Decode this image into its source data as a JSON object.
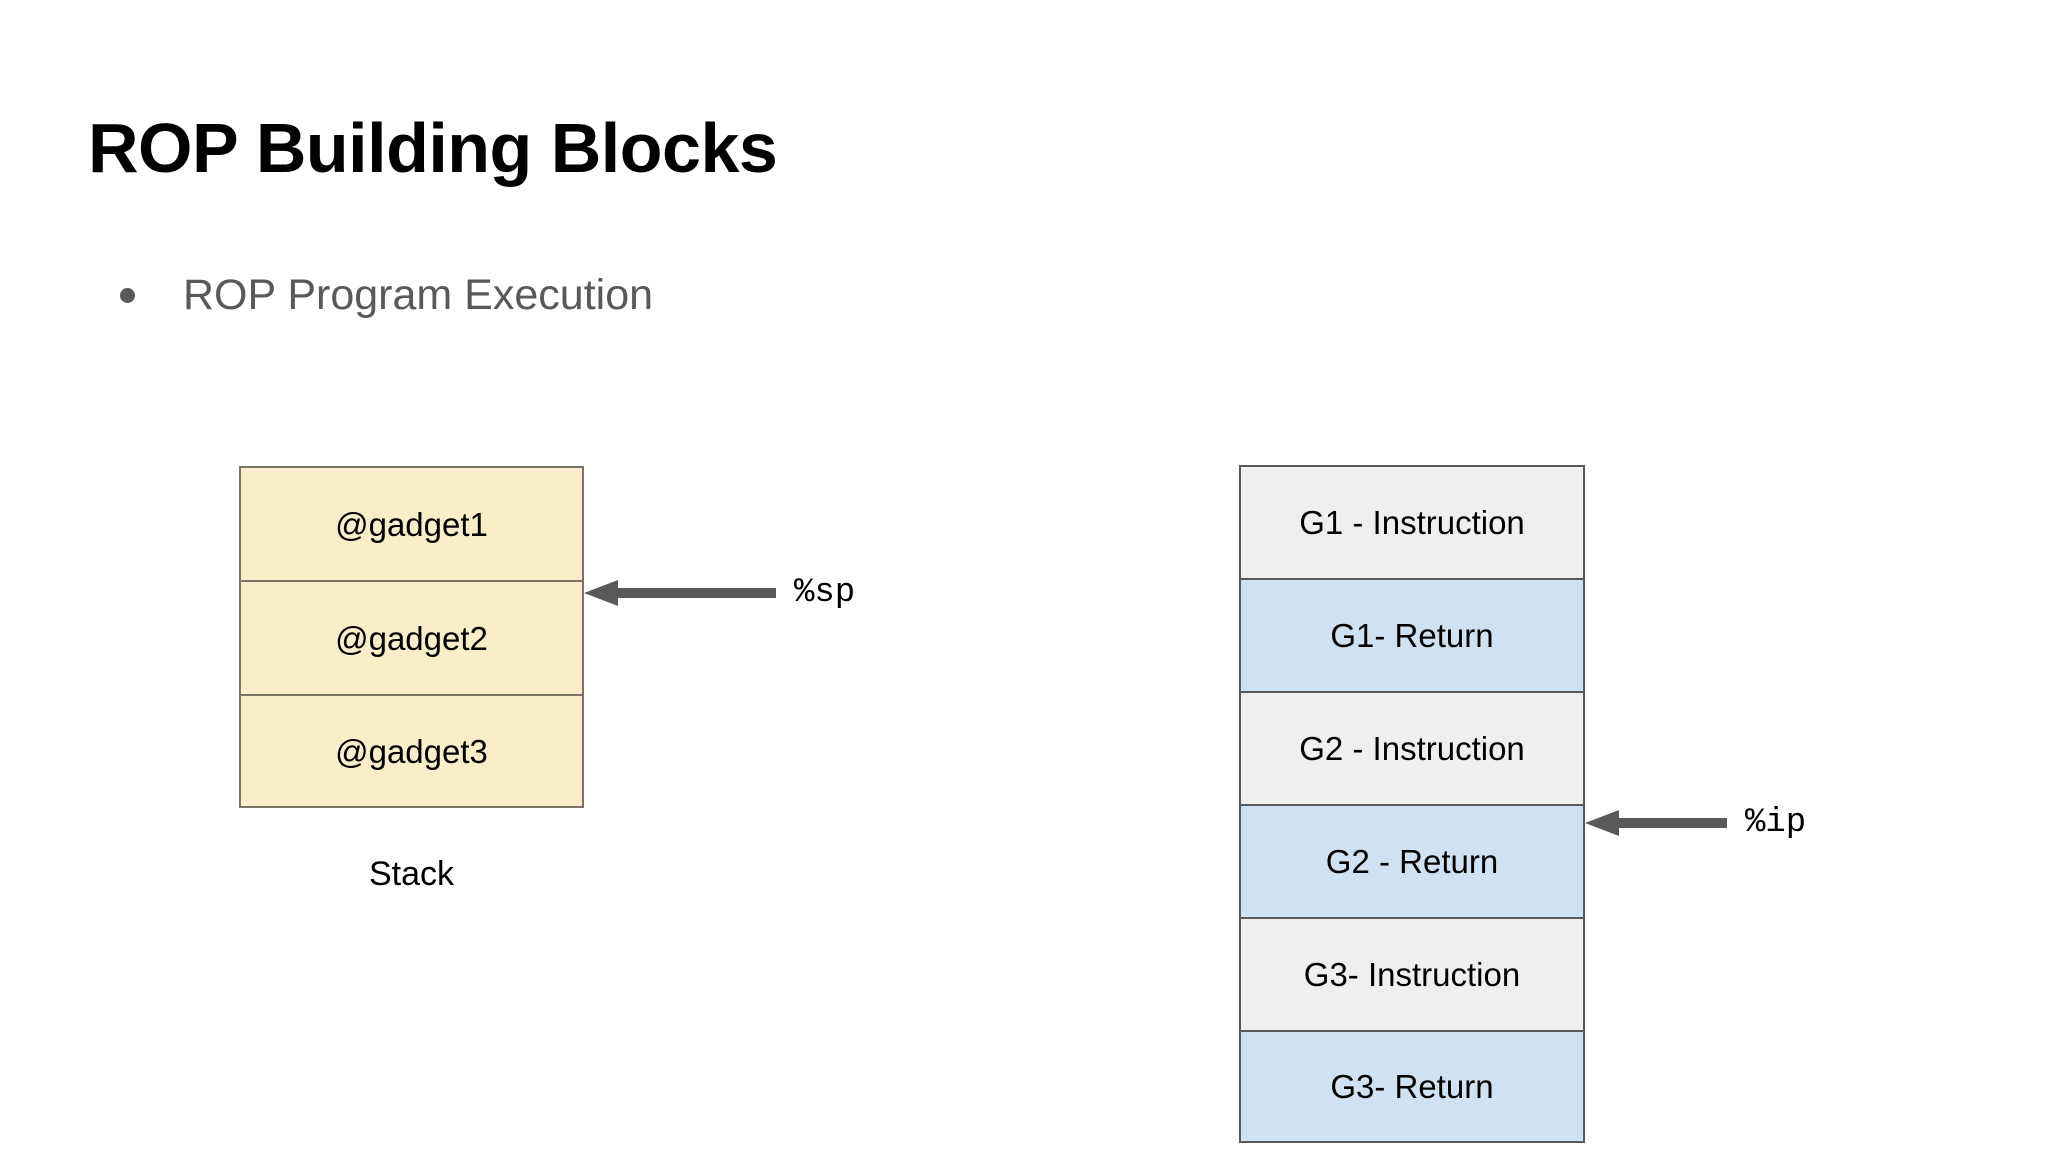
{
  "slide": {
    "title": "ROP Building Blocks",
    "bullets": [
      {
        "text": "ROP Program Execution",
        "icon": "bullet-dot-icon"
      }
    ]
  },
  "diagram": {
    "stack": {
      "caption": "Stack",
      "fill_color": "#fbedc9",
      "border_color": "#7b7363",
      "cells": [
        {
          "label": "@gadget1"
        },
        {
          "label": "@gadget2"
        },
        {
          "label": "@gadget3"
        }
      ]
    },
    "gadget_program": {
      "instruction_color": "#efefef",
      "return_color": "#cfe2f3",
      "border_color": "#595959",
      "cells": [
        {
          "label": "G1 - Instruction",
          "kind": "instruction"
        },
        {
          "label": "G1- Return",
          "kind": "ret"
        },
        {
          "label": "G2 - Instruction",
          "kind": "instruction"
        },
        {
          "label": "G2 - Return",
          "kind": "ret"
        },
        {
          "label": "G3- Instruction",
          "kind": "instruction"
        },
        {
          "label": "G3- Return",
          "kind": "ret"
        }
      ]
    },
    "pointers": [
      {
        "label": "%sp",
        "icon": "arrow-left-icon",
        "color": "#595959",
        "points_to": "@gadget2"
      },
      {
        "label": "%ip",
        "icon": "arrow-left-icon",
        "color": "#595959",
        "points_to": "G2 - Return"
      }
    ]
  }
}
